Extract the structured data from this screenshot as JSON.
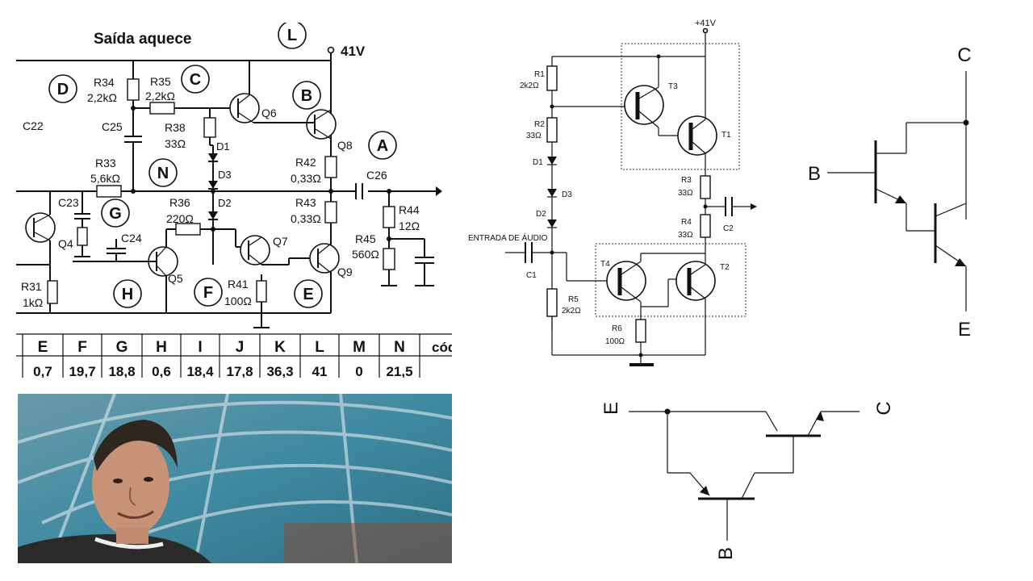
{
  "schematic": {
    "title": "Saída aquece",
    "supply": "41V",
    "callouts": [
      "A",
      "B",
      "C",
      "D",
      "E",
      "F",
      "G",
      "H",
      "L",
      "N"
    ],
    "components": {
      "r34_name": "R34",
      "r34_val": "2,2kΩ",
      "r35_name": "R35",
      "r35_val": "2,2kΩ",
      "r38_name": "R38",
      "r38_val": "33Ω",
      "r33_name": "R33",
      "r33_val": "5,6kΩ",
      "r36_name": "R36",
      "r36_val": "220Ω",
      "r42_name": "R42",
      "r42_val": "0,33Ω",
      "r43_name": "R43",
      "r43_val": "0,33Ω",
      "r44_name": "R44",
      "r44_val": "12Ω",
      "r45_name": "R45",
      "r45_val": "560Ω",
      "r41_name": "R41",
      "r41_val": "100Ω",
      "r31_name": "R31",
      "r31_val": "1kΩ",
      "c22": "C22",
      "c23": "C23",
      "c24": "C24",
      "c25": "C25",
      "c26": "C26",
      "d1": "D1",
      "d2": "D2",
      "d3": "D3",
      "q4": "Q4",
      "q5": "Q5",
      "q6": "Q6",
      "q7": "Q7",
      "q8": "Q8",
      "q9": "Q9"
    },
    "voltage_table": {
      "headers": [
        "E",
        "F",
        "G",
        "H",
        "I",
        "J",
        "K",
        "L",
        "M",
        "N",
        "cód"
      ],
      "values": [
        "0,7",
        "19,7",
        "18,8",
        "0,6",
        "18,4",
        "17,8",
        "36,3",
        "41",
        "0",
        "21,5",
        ""
      ]
    }
  },
  "circuit2": {
    "supply": "+41V",
    "input_label": "ENTRADA DE ÁUDIO",
    "r1_name": "R1",
    "r1_val": "2k2Ω",
    "r2_name": "R2",
    "r2_val": "33Ω",
    "r3_name": "R3",
    "r3_val": "33Ω",
    "r4_name": "R4",
    "r4_val": "33Ω",
    "r5_name": "R5",
    "r5_val": "2k2Ω",
    "r6_name": "R6",
    "r6_val": "100Ω",
    "d1": "D1",
    "d2": "D2",
    "d3": "D3",
    "c1": "C1",
    "c2": "C2",
    "t1": "T1",
    "t2": "T2",
    "t3": "T3",
    "t4": "T4"
  },
  "darlington": {
    "c": "C",
    "b": "B",
    "e": "E"
  },
  "sziklai": {
    "e": "E",
    "c": "C",
    "b": "B"
  },
  "colors": {
    "background": "#ffffff",
    "ink": "#111111",
    "photo_bg": "#3b7f96"
  }
}
